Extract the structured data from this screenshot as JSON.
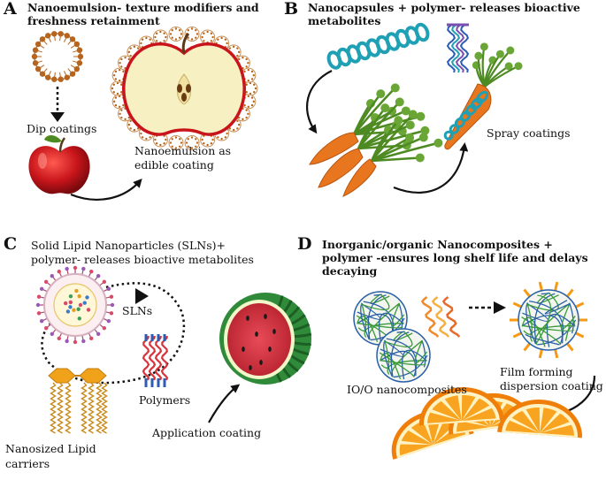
{
  "panels": {
    "a": {
      "letter": "A",
      "title_line1": "Nanoemulsion- texture modifiers and",
      "title_line2": "freshness retainment",
      "label_dip": "Dip coatings",
      "label_edible_1": "Nanoemulsion as",
      "label_edible_2": "edible coating"
    },
    "b": {
      "letter": "B",
      "title_line1": "Nanocapsules + polymer- releases bioactive",
      "title_line2": "metabolites",
      "label_spray": "Spray coatings"
    },
    "c": {
      "letter": "C",
      "title_line1": "Solid Lipid Nanoparticles (SLNs)+",
      "title_line2": "polymer- releases bioactive metabolites",
      "label_slns": "SLNs",
      "label_polymers": "Polymers",
      "label_application": "Application coating",
      "label_lipid_1": "Nanosized Lipid",
      "label_lipid_2": "carriers"
    },
    "d": {
      "letter": "D",
      "title_line1": "Inorganic/organic Nanocomposites +",
      "title_line2": "polymer -ensures long shelf life and delays",
      "title_line3": "decaying",
      "label_io": "IO/O nanocomposites",
      "label_film_1": "Film forming",
      "label_film_2": "dispersion coating"
    }
  },
  "colors": {
    "apple_red": "#c8151b",
    "carrot_orange": "#e8761e",
    "leaf_green": "#4e8a22",
    "helix_teal": "#1fa0b5",
    "polymer_red": "#d8343c",
    "polymer_blue": "#2b5db4",
    "lipid_gold": "#f0a21a",
    "orange_fruit": "#f59a12",
    "watermelon_red": "#d73b4a",
    "watermelon_green": "#2f8a3a",
    "droplet_brown": "#b5651d"
  },
  "icons": [
    "apple-icon",
    "apple-half-icon",
    "nanoemulsion-droplet-icon",
    "carrot-icon",
    "helix-polymer-icon",
    "watermelon-icon",
    "sln-particle-icon",
    "lipid-carrier-icon",
    "nanocomposite-icon",
    "orange-slice-icon"
  ]
}
